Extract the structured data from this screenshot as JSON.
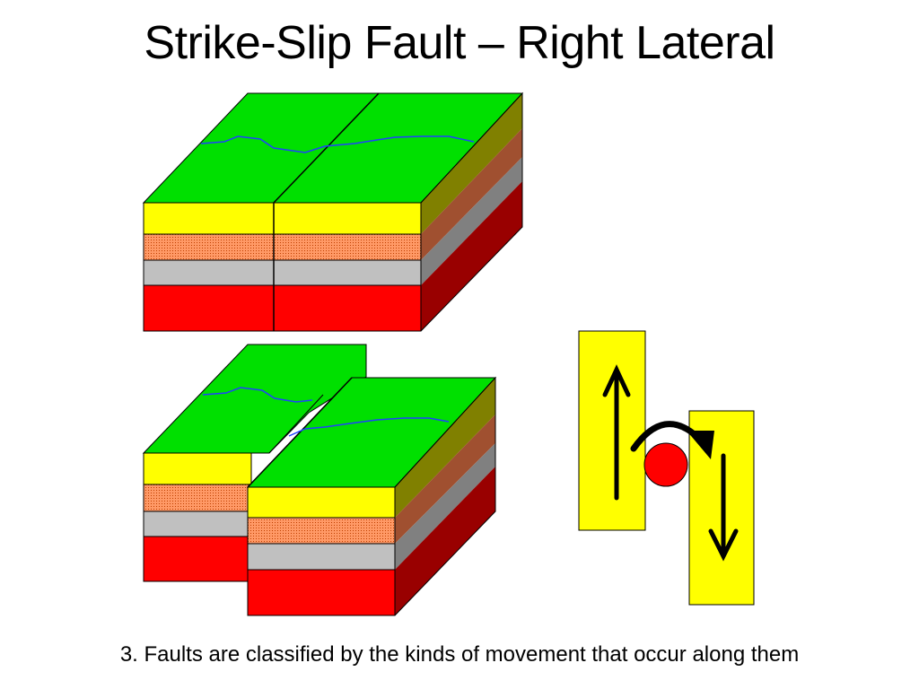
{
  "slide": {
    "title": "Strike-Slip Fault – Right Lateral",
    "caption": "3. Faults are classified by the kinds of movement that occur along them"
  },
  "colors": {
    "surface": "#00e000",
    "yellow_layer": "#ffff00",
    "orange_layer": "#ff9966",
    "gray_layer": "#c0c0c0",
    "red_layer": "#ff0000",
    "yellow_side": "#808000",
    "orange_side": "#a05030",
    "gray_side": "#808080",
    "red_side": "#990000",
    "stream": "#2040ff",
    "indicator_block": "#ffff00",
    "pivot_dot": "#ff0000",
    "outline": "#000000"
  },
  "diagram": {
    "blocks": [
      "intact-block",
      "offset-block"
    ],
    "indicator": {
      "left_block_motion": "up",
      "right_block_motion": "down",
      "rotation": "clockwise"
    }
  }
}
